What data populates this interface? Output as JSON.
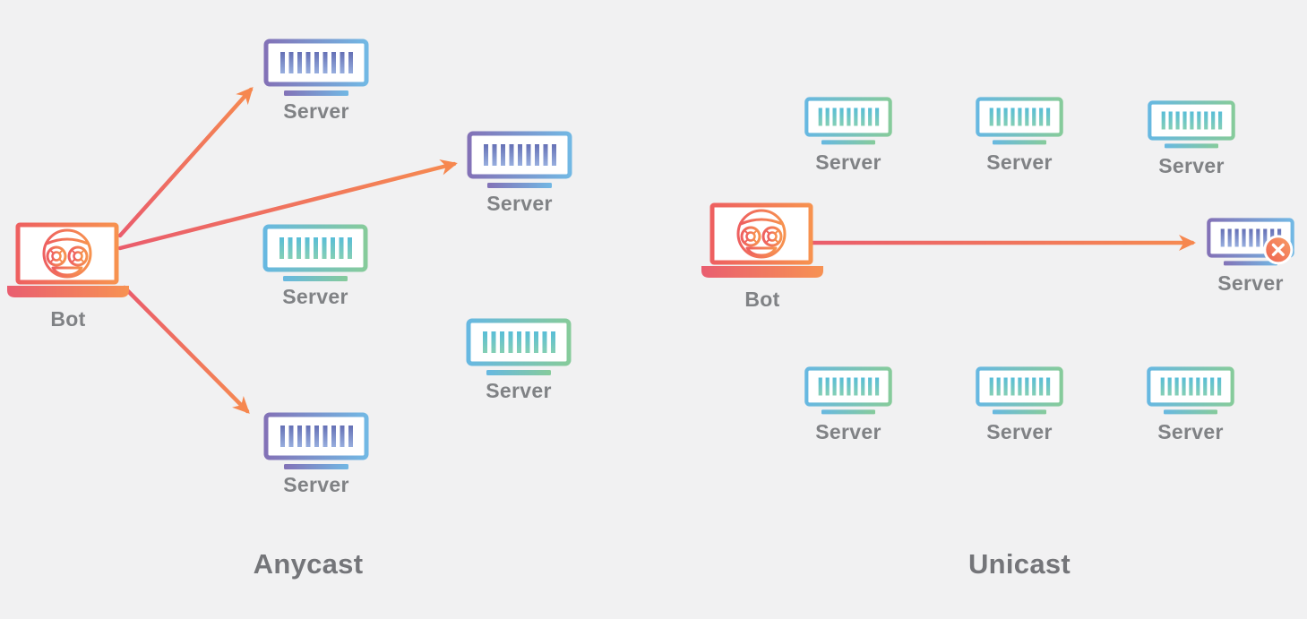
{
  "diagram": {
    "anycast": {
      "title": "Anycast",
      "bot": {
        "label": "Bot"
      },
      "servers": [
        {
          "label": "Server",
          "variant": "purple-blue",
          "attacked": true
        },
        {
          "label": "Server",
          "variant": "purple-blue",
          "attacked": true
        },
        {
          "label": "Server",
          "variant": "blue-green",
          "attacked": false
        },
        {
          "label": "Server",
          "variant": "blue-green",
          "attacked": false
        },
        {
          "label": "Server",
          "variant": "purple-blue",
          "attacked": true
        }
      ],
      "arrow_count": 3
    },
    "unicast": {
      "title": "Unicast",
      "bot": {
        "label": "Bot"
      },
      "servers": [
        {
          "label": "Server",
          "variant": "blue-green",
          "attacked": false
        },
        {
          "label": "Server",
          "variant": "blue-green",
          "attacked": false
        },
        {
          "label": "Server",
          "variant": "blue-green",
          "attacked": false
        },
        {
          "label": "Server",
          "variant": "purple-blue",
          "attacked": true,
          "status": "overloaded-x-badge"
        },
        {
          "label": "Server",
          "variant": "blue-green",
          "attacked": false
        },
        {
          "label": "Server",
          "variant": "blue-green",
          "attacked": false
        },
        {
          "label": "Server",
          "variant": "blue-green",
          "attacked": false
        }
      ],
      "arrow_count": 1
    },
    "icons": {
      "bot": "robot-laptop-icon",
      "server": "server-rack-icon",
      "blocked": "x-circle-badge-icon"
    },
    "colors": {
      "background": "#f1f1f2",
      "label_text": "#808285",
      "title_text": "#747579",
      "arrow_start": "#ea5c6c",
      "arrow_end": "#f68b50",
      "arrowhead": "#f6874f",
      "server_purple_start": "#8372b7",
      "server_purple_end": "#72b8e4",
      "server_green_start": "#67b8e1",
      "server_green_end": "#86cb9b",
      "bot_stroke_start": "#ee6060",
      "bot_stroke_end": "#f7924f",
      "badge_fill": "#ef6b52"
    }
  }
}
